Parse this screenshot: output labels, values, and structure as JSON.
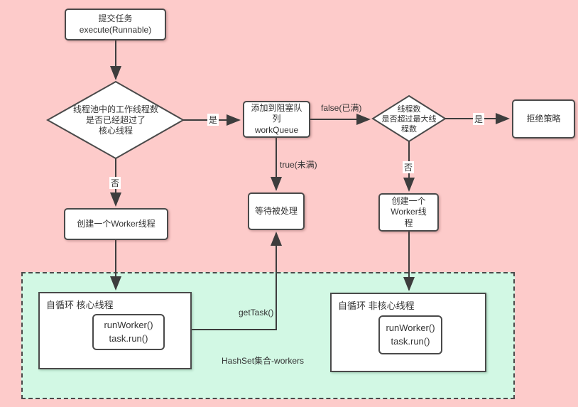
{
  "colors": {
    "background": "#fdcbca",
    "region_fill": "#d2f8e4",
    "line": "#3d3d3d"
  },
  "nodes": {
    "submit": {
      "lines": [
        "提交任务",
        "execute(Runnable)"
      ]
    },
    "core_check": {
      "lines": [
        "线程池中的工作线程数",
        "是否已经超过了",
        "核心线程"
      ]
    },
    "add_queue": {
      "lines": [
        "添加到阻塞队",
        "列",
        "workQueue"
      ]
    },
    "max_check": {
      "lines": [
        "线程数",
        "是否超过最大线",
        "程数"
      ]
    },
    "reject": {
      "label": "拒绝策略"
    },
    "create_worker_core": {
      "label": "创建一个Worker线程"
    },
    "wait": {
      "label": "等待被处理"
    },
    "create_worker_max": {
      "lines": [
        "创建一个",
        "Worker线",
        "程"
      ]
    },
    "loop_core": {
      "title": "自循环  核心线程",
      "inner": [
        "runWorker()",
        "task.run()"
      ]
    },
    "loop_noncore": {
      "title": "自循环  非核心线程",
      "inner": [
        "runWorker()",
        "task.run()"
      ]
    }
  },
  "edge_labels": {
    "yes_core": "是",
    "no_core": "否",
    "false_full": "false(已满)",
    "true_not_full": "true(未满)",
    "yes_max": "是",
    "no_max": "否",
    "get_task": "getTask()",
    "hashset": "HashSet集合-workers"
  }
}
